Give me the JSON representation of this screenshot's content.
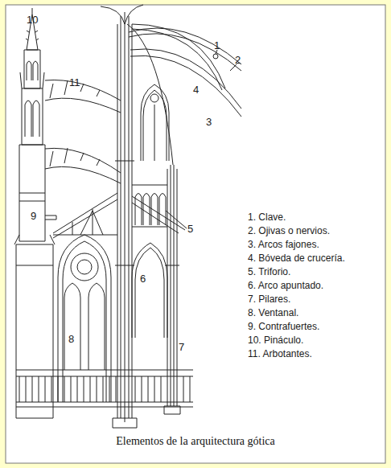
{
  "diagram": {
    "caption": "Elementos de la arquitectura gótica",
    "labels": [
      "10",
      "1",
      "2",
      "11",
      "4",
      "3",
      "9",
      "5",
      "6",
      "8",
      "7",
      "1. Clave.",
      "2. Ojivas o nervios.",
      "3. Arcos fajones.",
      "4. Bóveda de crucería.",
      "5. Triforio.",
      "6. Arco apuntado.",
      "7. Pilares.",
      "8. Ventanal.",
      "9. Contrafuertes.",
      "10. Pináculo.",
      "11. Arbotantes."
    ]
  }
}
